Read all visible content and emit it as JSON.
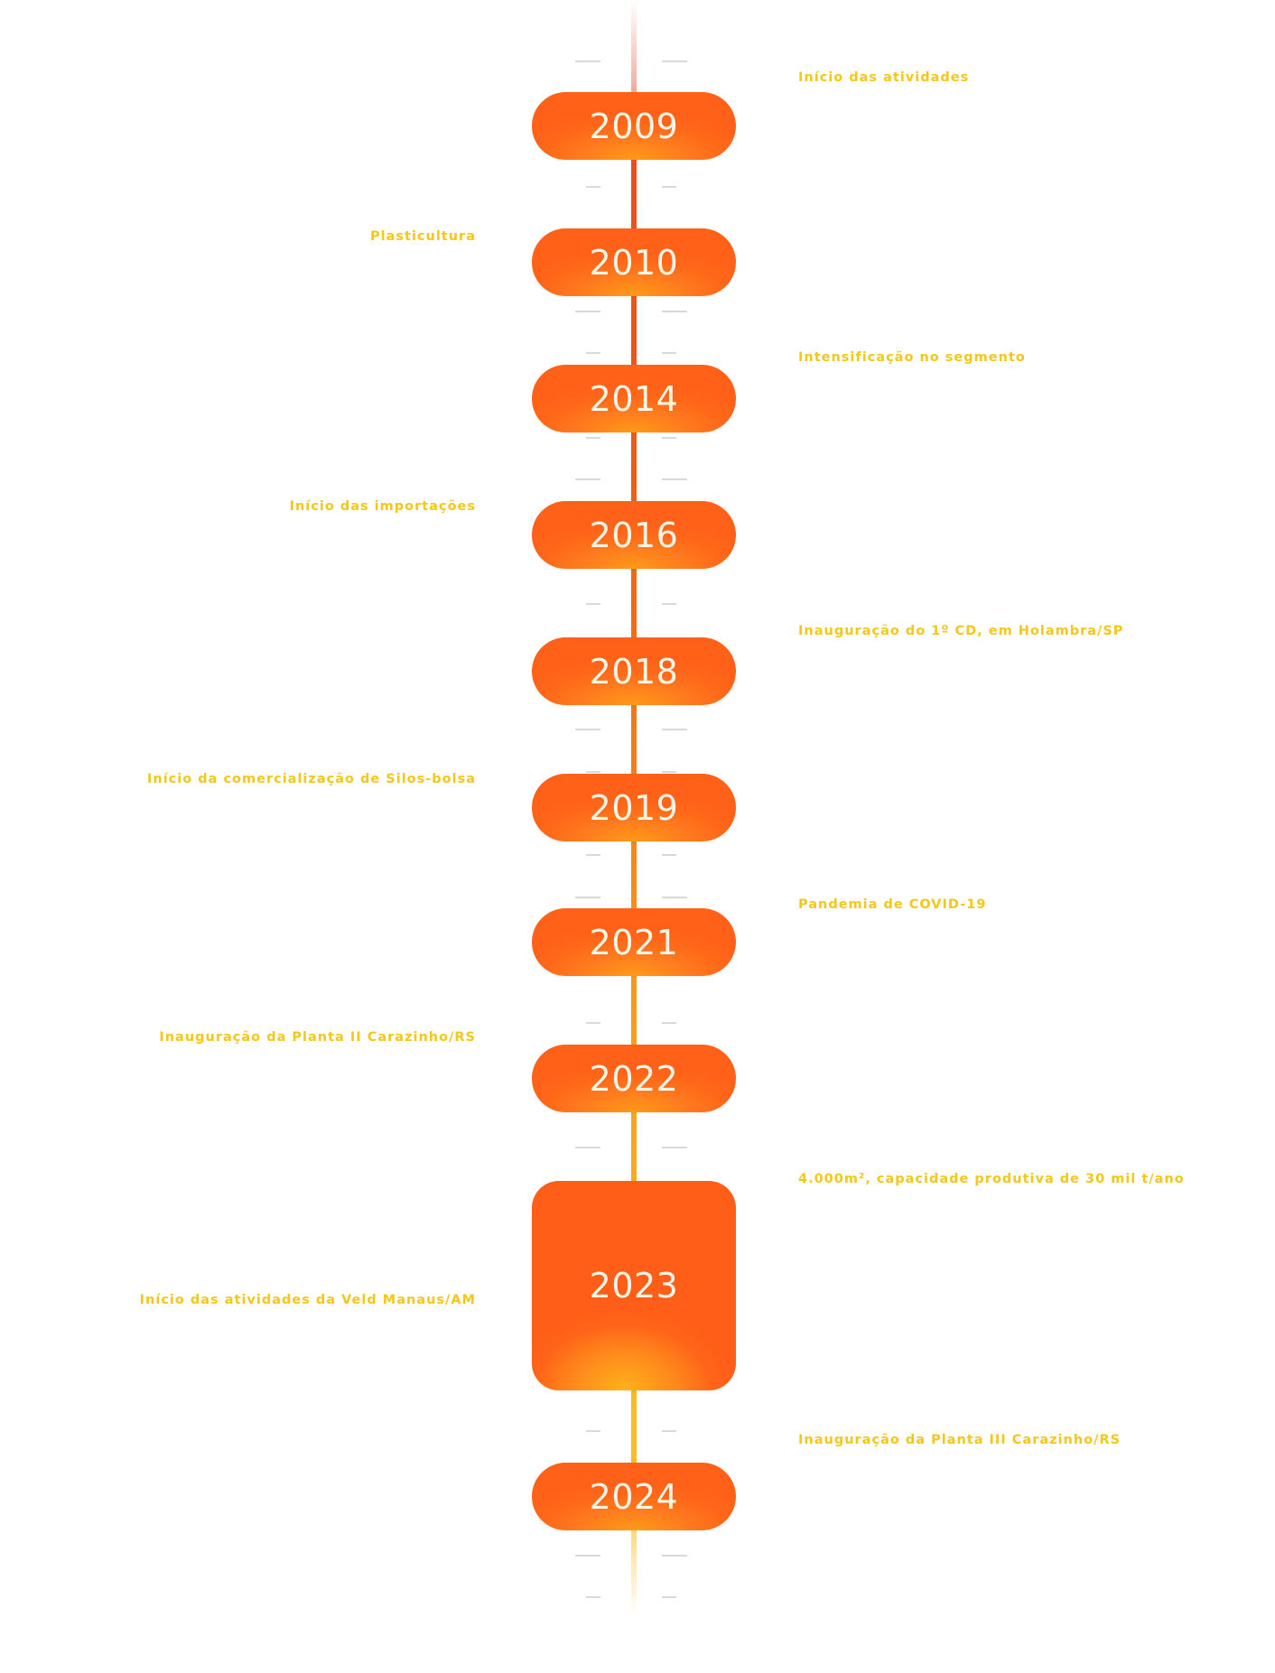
{
  "timeline": {
    "years": [
      {
        "year": "2009"
      },
      {
        "year": "2010"
      },
      {
        "year": "2014"
      },
      {
        "year": "2016"
      },
      {
        "year": "2018"
      },
      {
        "year": "2019"
      },
      {
        "year": "2021"
      },
      {
        "year": "2022"
      },
      {
        "year": "2023"
      },
      {
        "year": "2024"
      }
    ],
    "events_right": [
      "Início das atividades",
      "Intensificação no segmento",
      "Inauguração do 1º CD, em Holambra/SP",
      "Pandemia de COVID-19",
      "4.000m², capacidade produtiva de 30 mil t/ano",
      "Inauguração da Planta III Carazinho/RS"
    ],
    "events_left": [
      "Plasticultura",
      "Início das importações",
      "Início da comercialização de Silos-bolsa",
      "Inauguração da Planta II Carazinho/RS",
      "Início das atividades da Veld Manaus/AM"
    ]
  },
  "colors": {
    "accent": "#FF6318",
    "accent_glow": "#FFA01A",
    "label": "#F4C718",
    "year_text": "#FFF6E8"
  }
}
